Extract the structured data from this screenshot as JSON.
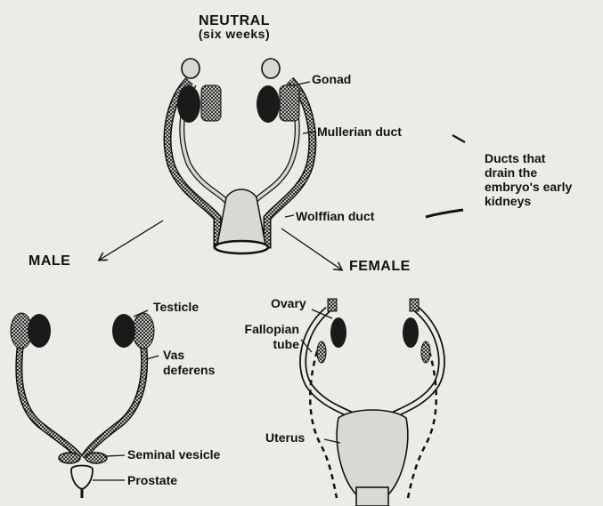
{
  "title": {
    "line1": "NEUTRAL",
    "line2": "(six weeks)"
  },
  "labels": {
    "gonad": "Gonad",
    "mullerian": "Mullerian duct",
    "wolffian": "Wolffian duct",
    "ducts_note_1": "Ducts that",
    "ducts_note_2": "drain the",
    "ducts_note_3": "embryo's early",
    "ducts_note_4": "kidneys",
    "male": "MALE",
    "female": "FEMALE",
    "testicle": "Testicle",
    "vas_1": "Vas",
    "vas_2": "deferens",
    "seminal": "Seminal vesicle",
    "prostate": "Prostate",
    "ovary": "Ovary",
    "fallopian_1": "Fallopian",
    "fallopian_2": "tube",
    "uterus": "Uterus"
  },
  "colors": {
    "background": "#ecebe6",
    "ink": "#111111",
    "tissue": "#d9d9d4",
    "organ": "#1a1a1a"
  }
}
